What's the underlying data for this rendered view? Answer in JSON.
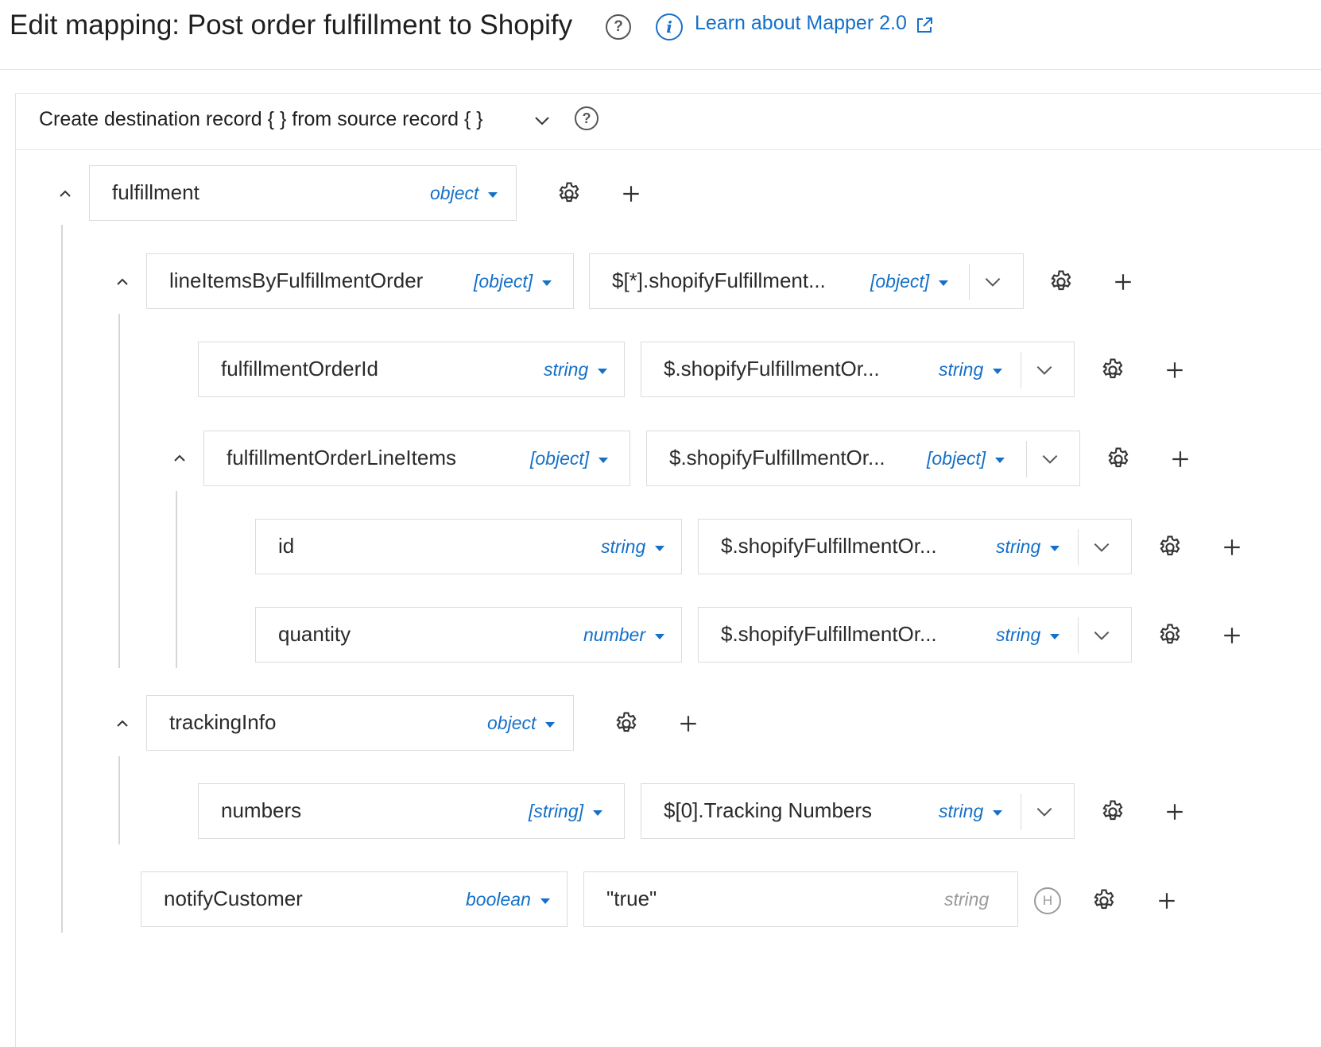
{
  "header": {
    "title": "Edit mapping: Post order fulfillment to Shopify",
    "learn_link": "Learn about Mapper 2.0"
  },
  "panel": {
    "label": "Create destination record { } from source record { }"
  },
  "rows": [
    {
      "id": "r1",
      "name": "fulfillment",
      "type": "object",
      "source": null,
      "source_type": null
    },
    {
      "id": "r2",
      "name": "lineItemsByFulfillmentOrder",
      "type": "[object]",
      "source": "$[*].shopifyFulfillment...",
      "source_type": "[object]"
    },
    {
      "id": "r3",
      "name": "fulfillmentOrderId",
      "type": "string",
      "source": "$.shopifyFulfillmentOr...",
      "source_type": "string"
    },
    {
      "id": "r4",
      "name": "fulfillmentOrderLineItems",
      "type": "[object]",
      "source": "$.shopifyFulfillmentOr...",
      "source_type": "[object]"
    },
    {
      "id": "r5",
      "name": "id",
      "type": "string",
      "source": "$.shopifyFulfillmentOr...",
      "source_type": "string"
    },
    {
      "id": "r6",
      "name": "quantity",
      "type": "number",
      "source": "$.shopifyFulfillmentOr...",
      "source_type": "string"
    },
    {
      "id": "r7",
      "name": "trackingInfo",
      "type": "object",
      "source": null,
      "source_type": null
    },
    {
      "id": "r8",
      "name": "numbers",
      "type": "[string]",
      "source": "$[0].Tracking Numbers",
      "source_type": "string"
    },
    {
      "id": "r9",
      "name": "notifyCustomer",
      "type": "boolean",
      "source": "\"true\"",
      "source_type": "string",
      "hardcoded_badge": "H"
    }
  ],
  "icons": {
    "help": "question-circle-icon",
    "info": "info-circle-icon",
    "external": "external-link-icon",
    "settings": "gear-icon",
    "add": "plus-icon",
    "collapse": "chevron-up-icon",
    "expand": "chevron-down-icon"
  },
  "colors": {
    "accent": "#1470c8",
    "muted": "#9a9a9a",
    "border": "#dcdcdc"
  }
}
